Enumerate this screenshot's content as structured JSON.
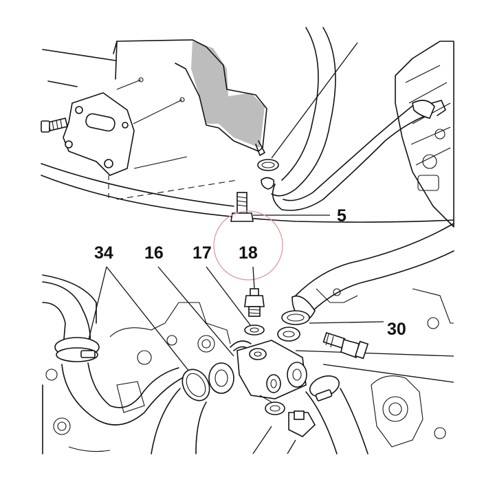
{
  "callouts": {
    "c5": "5",
    "c34": "34",
    "c16": "16",
    "c17": "17",
    "c18": "18",
    "c30": "30"
  },
  "colors": {
    "line": "#111111",
    "shade": "#bdbdbd",
    "highlight": "#e39a9a"
  }
}
